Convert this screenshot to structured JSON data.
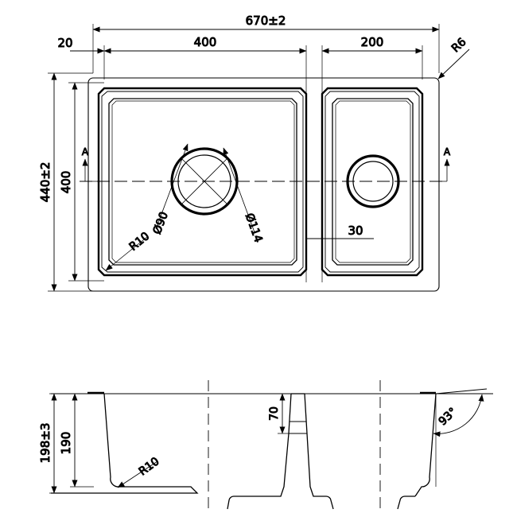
{
  "drawing": {
    "title": "Double bowl kitchen sink technical drawing",
    "units": "mm",
    "line_color": "#000000",
    "background": "#ffffff"
  },
  "plan_view": {
    "name": "top-view",
    "dimensions": {
      "overall_width": "670±2",
      "overall_depth": "440±2",
      "left_inset": "20",
      "large_bowl_width": "400",
      "small_bowl_width": "200",
      "bowl_depth": "400",
      "divider_gap": "30",
      "outer_corner_radius": "R6",
      "bowl_corner_radius": "R10",
      "drain_inner_dia": "Ø90",
      "drain_outer_dia": "Ø114"
    },
    "section_marks": {
      "left_label": "A",
      "right_label": "A"
    }
  },
  "section_view": {
    "name": "section-a-a",
    "dimensions": {
      "overall_height": "198±3",
      "bowl_depth": "190",
      "divider_drop": "70",
      "bottom_radius": "R10",
      "wall_angle": "93°"
    }
  },
  "labels": {
    "d670": "670±2",
    "d440": "440±2",
    "d20": "20",
    "d400_top": "400",
    "d200": "200",
    "d400_side": "400",
    "d30": "30",
    "r6": "R6",
    "r10_plan": "R10",
    "dia90": "Ø90",
    "dia114": "Ø114",
    "secA_left": "A",
    "secA_right": "A",
    "d198": "198±3",
    "d190": "190",
    "d70": "70",
    "r10_sec": "R10",
    "a93": "93°"
  }
}
